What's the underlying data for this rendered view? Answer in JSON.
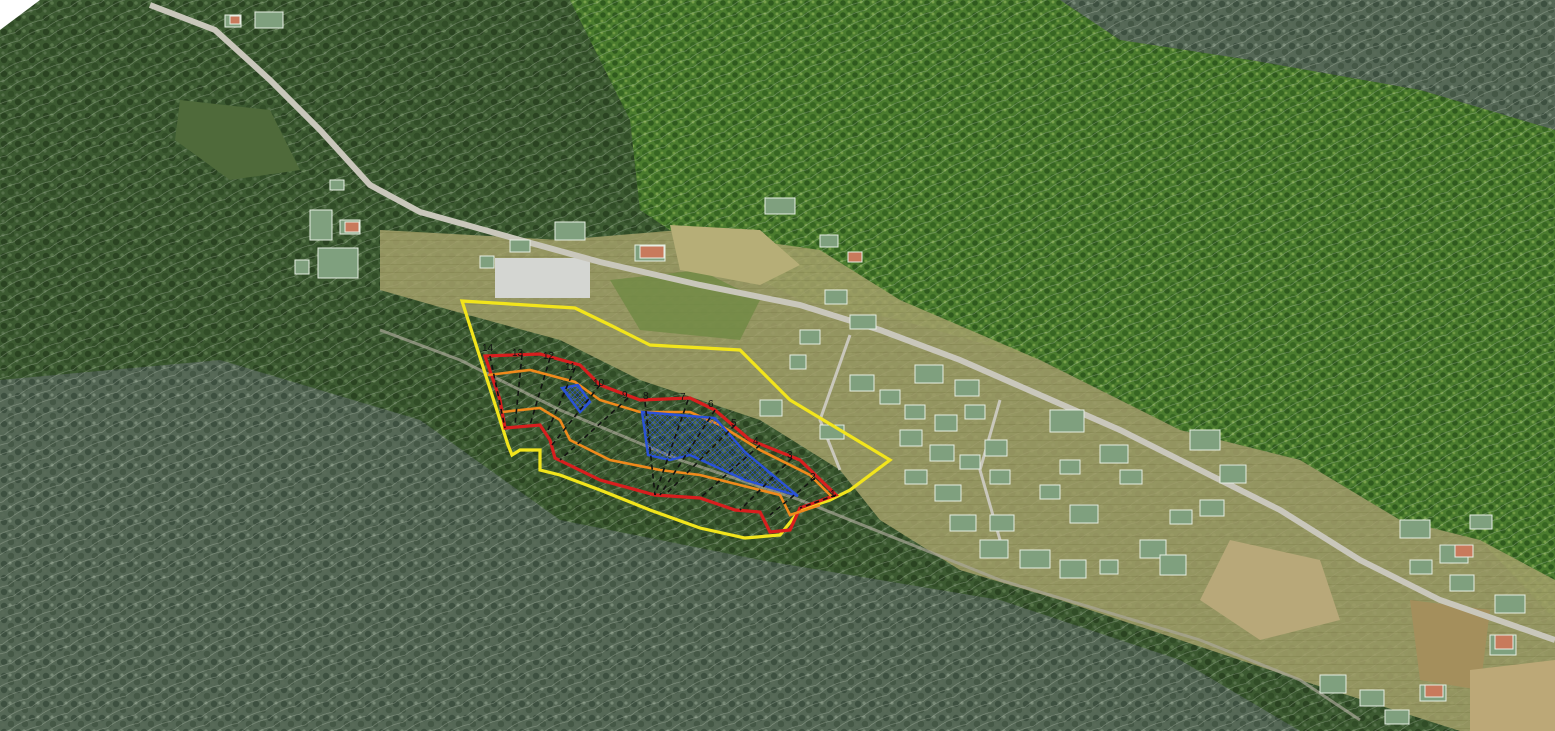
{
  "map": {
    "section_lines": [
      {
        "id": "1",
        "label": "1"
      },
      {
        "id": "2",
        "label": "2"
      },
      {
        "id": "3",
        "label": "3"
      },
      {
        "id": "4",
        "label": "4"
      },
      {
        "id": "5",
        "label": "5"
      },
      {
        "id": "6",
        "label": "6"
      },
      {
        "id": "7",
        "label": "7"
      },
      {
        "id": "8",
        "label": "8"
      },
      {
        "id": "9",
        "label": "9"
      },
      {
        "id": "10",
        "label": "10"
      },
      {
        "id": "11",
        "label": "11"
      },
      {
        "id": "12",
        "label": "12"
      },
      {
        "id": "13",
        "label": "13"
      },
      {
        "id": "14",
        "label": "14"
      }
    ],
    "colors": {
      "outer_boundary": "#f2e51c",
      "red_boundary": "#d81e1e",
      "orange_boundary": "#f08a1c",
      "blue_zone": "#2a52d8",
      "section_line": "#111111",
      "forest_dark": "#2d4a26",
      "forest_bright": "#3f6e28",
      "field": "#9c9a62",
      "road": "#b9b7a8"
    }
  }
}
